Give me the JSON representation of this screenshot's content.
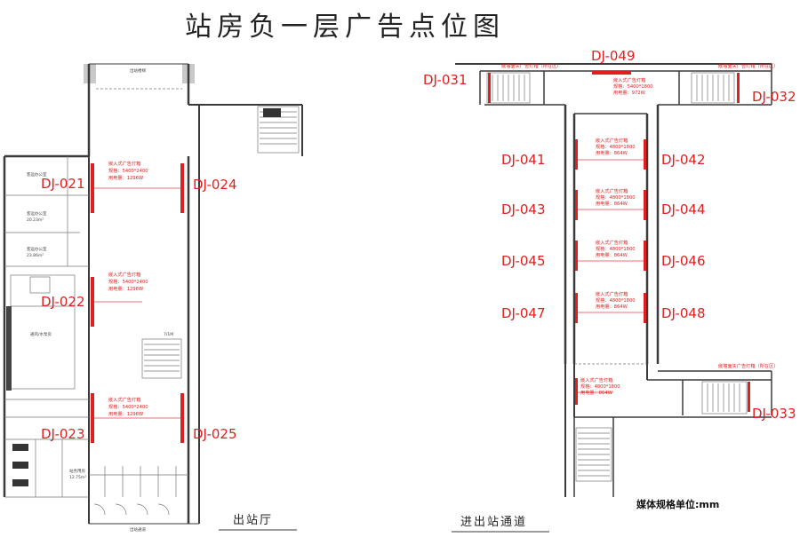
{
  "title": "站房负一层广告点位图",
  "captions": {
    "left": "出站厅",
    "right": "进出站通道"
  },
  "unit_note": "媒体规格单位:mm",
  "markers": {
    "dj021": "DJ-021",
    "dj022": "DJ-022",
    "dj023": "DJ-023",
    "dj024": "DJ-024",
    "dj025": "DJ-025",
    "dj031": "DJ-031",
    "dj032": "DJ-032",
    "dj033": "DJ-033",
    "dj041": "DJ-041",
    "dj042": "DJ-042",
    "dj043": "DJ-043",
    "dj044": "DJ-044",
    "dj045": "DJ-045",
    "dj046": "DJ-046",
    "dj047": "DJ-047",
    "dj048": "DJ-048",
    "dj049": "DJ-049"
  },
  "notes": {
    "big": {
      "l1": "嵌入式广告灯箱",
      "l2": "规格：5400*2400",
      "l3": "用电量：1296W"
    },
    "small": {
      "l1": "嵌入式广告灯箱",
      "l2": "规格：4800*1800",
      "l3": "用电量：864W"
    },
    "top": {
      "l1": "嵌入式广告灯箱",
      "l2": "规格：5400*1800",
      "l3": "用电量：972W"
    },
    "corner_l": "嵌墙面矢广告灯箱（所在区）",
    "corner_r": "嵌墙面矢广告灯箱（所在区）"
  },
  "room_labels": {
    "top_exit": "出站楼梯",
    "office1": "客运办公室",
    "office2": "客运办公室",
    "office2_area": "20.23m²",
    "office3": "客运办公室",
    "office3_area": "23.86m²",
    "equipment": "通风/水泵房",
    "stair": "7/1M",
    "bottom": "出站通道",
    "room_bottom": "站务用房",
    "room_bottom_area": "12.75m²"
  }
}
